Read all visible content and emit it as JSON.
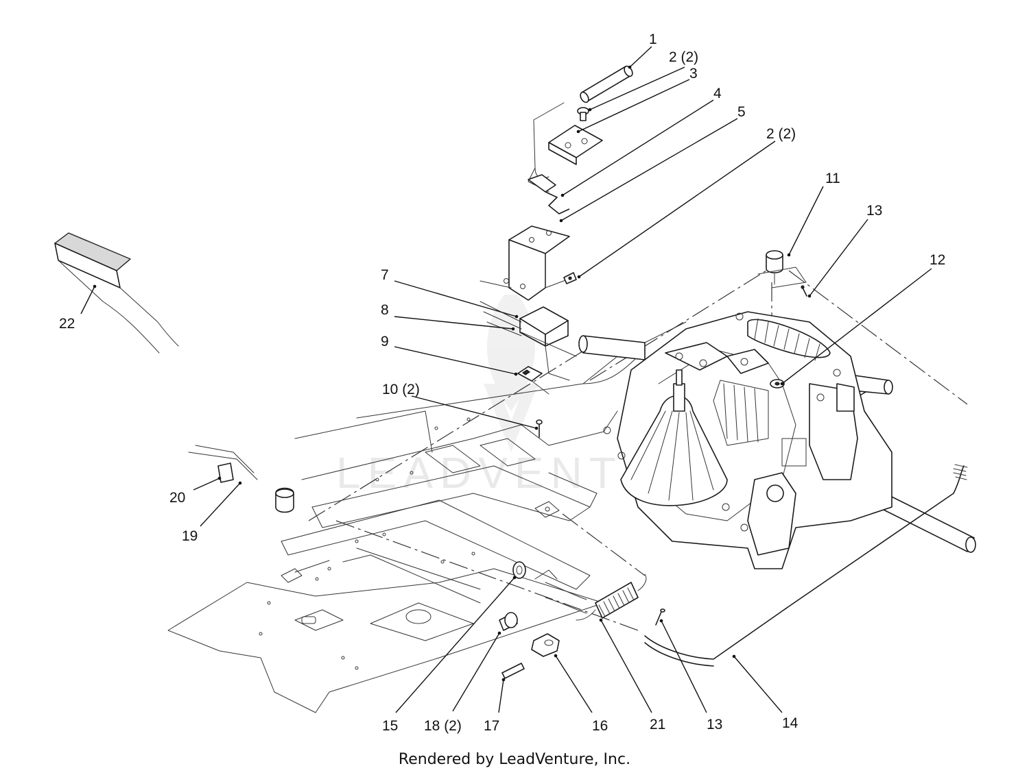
{
  "watermark": "LEADVENTURE",
  "footer": "Rendered by LeadVenture, Inc.",
  "callouts": [
    {
      "id": "c1",
      "label": "1"
    },
    {
      "id": "c2a",
      "label": "2 (2)"
    },
    {
      "id": "c3",
      "label": "3"
    },
    {
      "id": "c4",
      "label": "4"
    },
    {
      "id": "c5",
      "label": "5"
    },
    {
      "id": "c2b",
      "label": "2 (2)"
    },
    {
      "id": "c11",
      "label": "11"
    },
    {
      "id": "c13a",
      "label": "13"
    },
    {
      "id": "c12",
      "label": "12"
    },
    {
      "id": "c7",
      "label": "7"
    },
    {
      "id": "c8",
      "label": "8"
    },
    {
      "id": "c9",
      "label": "9"
    },
    {
      "id": "c10",
      "label": "10 (2)"
    },
    {
      "id": "c22",
      "label": "22"
    },
    {
      "id": "c20",
      "label": "20"
    },
    {
      "id": "c19",
      "label": "19"
    },
    {
      "id": "c15",
      "label": "15"
    },
    {
      "id": "c18",
      "label": "18 (2)"
    },
    {
      "id": "c17",
      "label": "17"
    },
    {
      "id": "c16",
      "label": "16"
    },
    {
      "id": "c21",
      "label": "21"
    },
    {
      "id": "c13b",
      "label": "13"
    },
    {
      "id": "c14",
      "label": "14"
    }
  ]
}
